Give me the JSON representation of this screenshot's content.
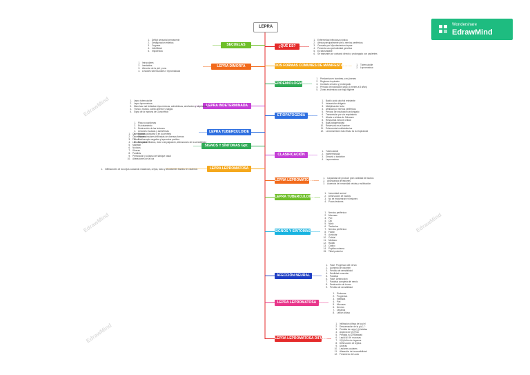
{
  "root": "LEPRA",
  "brand": {
    "line1": "Wondershare",
    "line2": "EdrawMind"
  },
  "watermark": "EdrawMind",
  "left": [
    {
      "label": "SECUELAS",
      "color": "#6fbf2a",
      "items": [
        "Déficit sensorial permanente",
        "Desfiguración estética",
        "Ceguera",
        "Infertilidad",
        "Impotencia"
      ]
    },
    {
      "label": "LEPRA DIMORFA",
      "color": "#f26a1b",
      "items": [
        "Intraculares",
        "Inestables",
        "Afección de la piel y sms",
        "Lesiones tuberculoides e lepromatosas"
      ]
    },
    {
      "label": "LEPRA INDETERMINADA",
      "color": "#c43fd6",
      "items": [
        "Lepra tuberculoide",
        "Lepra lepromatosa",
        "Manchas mal limitadas hipocrómicas, anhidróticas, atrofiantes y alopécicas",
        "Tronco, muslos, cuello anterior y nalgas",
        "Signo de la mancha de Gurschmidt"
      ]
    },
    {
      "label": "LEPRA TUBERCULOIDE",
      "color": "#2e6fe0",
      "items": [
        "Placa o papilomas",
        "Es tratamiento",
        "Destrucción de las lesiones",
        "Lesiones escasas y asimétricas",
        "Pueden cultivarse y en la periferia",
        "Placas circulares infiltradas de diversas formas",
        "Baciloscopia negativa y lepromina positiva",
        "Nervios infiltrados, dolor a la palpación, alteraciones de la sensibilidad"
      ]
    },
    {
      "label": "SIGNOS Y SÍNTOMAS Gpr.",
      "color": "#2faa55",
      "items": [
        "Quemaduras",
        "Convulsiones",
        "Fiebre",
        "Linfadenopatía",
        "Malestar",
        "Nódulos",
        "Úlceras",
        "Parálisis",
        "Perforación y colapso del tabique nasal",
        "Alteraciones de la voz"
      ]
    },
    {
      "label": "LEPRA LEPROMATOSA",
      "color": "#f5a81c",
      "items": [
        "Infiltraciones de las cejas causando madarosis, orejas, tacto y abundantes bacilos en cutáneos"
      ]
    }
  ],
  "right": [
    {
      "label": "¿QUÉ ES?",
      "color": "#e52b2b",
      "items": [
        "Enfermedad infecciosa crónica",
        "Afecta principalmente piel y nervios periféricos",
        "Causada por Mycobacterium leprae",
        "Presenta una periodicidad genética",
        "Es transmisible",
        "Se transmite por contacto directo y prolongado con pacientes"
      ]
    },
    {
      "label": "DOS FORMAS COMUNES DE MANIFESTACIÓN",
      "color": "#f5a81c",
      "items": [
        "Tuberculoide",
        "Lepromatosa"
      ]
    },
    {
      "label": "EPIDEMIOLOGÍA",
      "color": "#2faa55",
      "items": [
        "Predomina en hombres y en jóvenes",
        "Regiones tropicales",
        "Contacto cercano y prolongado",
        "Período de incubación largo (3 meses a 5 años)",
        "Zonas endémicas con baja higiene"
      ]
    },
    {
      "label": "ETIOPATOGENIA",
      "color": "#2e6fe0",
      "items": [
        "Bacilo ácido alcohol resistente",
        "Intracelular obligado",
        "Multiplicación lenta",
        "Afinidad por nervios periféricos",
        "Período de incubación prolongado",
        "Transmisión por vía respiratoria",
        "Afecta a células de Schwann",
        "Respuesta inmune celular",
        "Baja patogenicidad",
        "Reservorio es el hombre",
        "Enfermedad multisistémica",
        "La transmisión más eficaz es la respiratoria"
      ]
    },
    {
      "label": "CLASIFICACIÓN",
      "color": "#c43fd6",
      "items": [
        "Tuberculoide",
        "Indeterminada",
        "Dimorfa o bordeline",
        "Lepromatosa"
      ]
    },
    {
      "label": "LEPRA LEPROMATOSA",
      "color": "#f26a1b",
      "items": [
        "Capacidad de producir gran cantidad de bacilos",
        "Abundancia de lesiones",
        "Ausencia de inmunidad celular y multibacilar"
      ]
    },
    {
      "label": "LEPRA TUBERCULOIDE",
      "color": "#6fbf2a",
      "items": [
        "Inmunidad normal",
        "Destrucción de bacilos",
        "No se encuentran en lesiones",
        "Pocas lesiones"
      ]
    },
    {
      "label": "SIGNOS Y SÍNTOMAS",
      "color": "#19b3e0",
      "items": [
        "Nervios periféricos",
        "Mucosas",
        "Piel",
        "Ojo",
        "Nariz",
        "Testículos",
        "Nervios periféricos",
        "Facial",
        "Auricular",
        "Cubital",
        "Mediano",
        "Radial",
        "Ciático",
        "Poplíteo externo",
        "Tibial posterior"
      ]
    },
    {
      "label": "AFECCIÓN NEURAL",
      "color": "#1f3fc4",
      "items": [
        "Fase: Progresiva del nervio",
        "Aumento de volumen",
        "Pérdida de sensibilidad",
        "Debilidad muscular",
        "Parálisis",
        "Fase: Destrucción",
        "Parálisis completa del nervio",
        "Destrucción de tronco",
        "Pérdida de sensibilidad"
      ]
    },
    {
      "label": "LEPRA LEPROMATOSA",
      "color": "#e8358a",
      "items": [
        "Síntomas",
        "Progresiva",
        "Infiltrada",
        "Piel",
        "Mucosas",
        "Nervios",
        "Órganos",
        "Lesión difusa"
      ]
    },
    {
      "label": "LEPRA LEPROMATOSA DIFUSA",
      "color": "#e52b2b",
      "items": [
        "Infiltración difusa de la piel",
        "Descamación de la piel",
        "Pérdida de cejas y pestañas",
        "Aspecto de piel lisa",
        "Pérdida de sensibilidad",
        "Lesiones en mucosas",
        "Infiltración de órganos",
        "Destrucción de tejidos",
        "Úlceras",
        "Lesiones oculares",
        "Alteración de la sensibilidad",
        "Fenómeno de Lucio"
      ]
    }
  ]
}
